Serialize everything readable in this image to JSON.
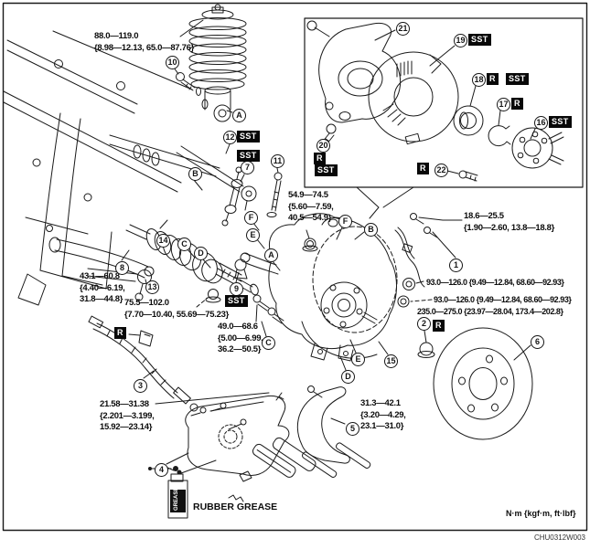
{
  "figure": {
    "code": "CHU0312W003",
    "units_note": "N·m {kgf·m,  ft·lbf}",
    "rubber_grease_label": "RUBBER GREASE",
    "grease_can_label": "GREASE"
  },
  "badges": {
    "sst": "SST",
    "r": "R"
  },
  "torque_specs": {
    "strut_upper": "88.0—119.0\n{8.98—12.13, 65.0—87.76}",
    "tie_rod_end": "54.9—74.5\n{5.60—7.59,\n40.5—54.9}",
    "abs_sensor": "18.6—25.5\n{1.90—2.60, 13.8—18.8}",
    "knuckle_nut_1": "93.0—126.0 {9.49—12.84, 68.60—92.93}",
    "knuckle_nut_2": "93.0—126.0 {9.49—12.84, 68.60—92.93}",
    "hub_locknut": "235.0—275.0 {23.97—28.04, 173.4—202.8}",
    "lower_arm": "43.1—60.8\n{4.40—6.19,\n31.8—44.8}",
    "stabilizer_nut": "75.5—102.0\n{7.70—10.40, 55.69—75.23}",
    "pinch_bolt": "49.0—68.6\n{5.00—6.99,\n36.2—50.5}",
    "caliper_bolt": "21.58—31.38\n{2.201—3.199,\n15.92—23.14}",
    "bracket_bolt": "31.3—42.1\n{3.20—4.29,\n23.1—31.0}"
  },
  "callouts": {
    "n1": "1",
    "n2": "2",
    "n3": "3",
    "n4": "4",
    "n5": "5",
    "n6": "6",
    "n7": "7",
    "n8": "8",
    "n9": "9",
    "n10": "10",
    "n11": "11",
    "n12": "12",
    "n13": "13",
    "n14": "14",
    "n15": "15",
    "n16": "16",
    "n17": "17",
    "n18": "18",
    "n19": "19",
    "n20": "20",
    "n21": "21",
    "n22": "22",
    "A": "A",
    "B": "B",
    "C": "C",
    "D": "D",
    "E": "E",
    "F": "F"
  }
}
